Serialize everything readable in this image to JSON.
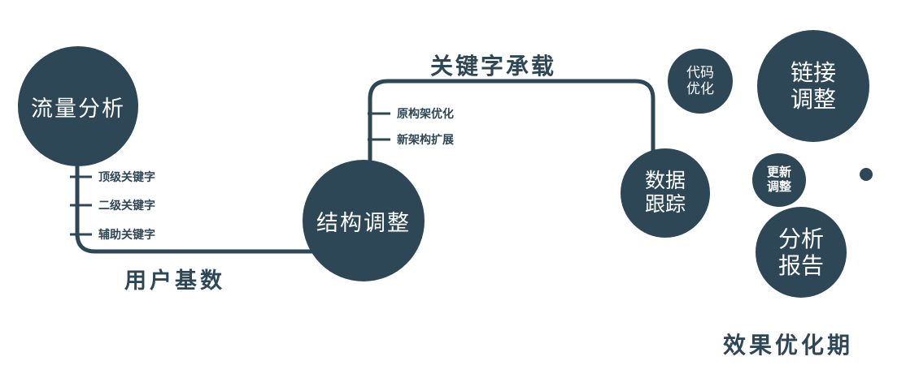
{
  "diagram": {
    "colors": {
      "primary": "#2e4756",
      "text_on_dark": "#ffffff",
      "background": "#ffffff"
    },
    "nodes": {
      "traffic": {
        "label": "流量分析"
      },
      "structure": {
        "label": "结构调整"
      },
      "tracking": {
        "label": "数据跟踪"
      },
      "code": {
        "label": "代码优化"
      },
      "link": {
        "label": "链接调整"
      },
      "update": {
        "label": "更新调整"
      },
      "report": {
        "label": "分析报告"
      }
    },
    "edge_labels": {
      "keyword_carry": "关键字承载",
      "user_base": "用户基数"
    },
    "tick_labels_left": [
      "顶级关键字",
      "二级关键字",
      "辅助关键字"
    ],
    "tick_labels_mid": [
      "原构架优化",
      "新架构扩展"
    ],
    "footer": "效果优化期"
  }
}
